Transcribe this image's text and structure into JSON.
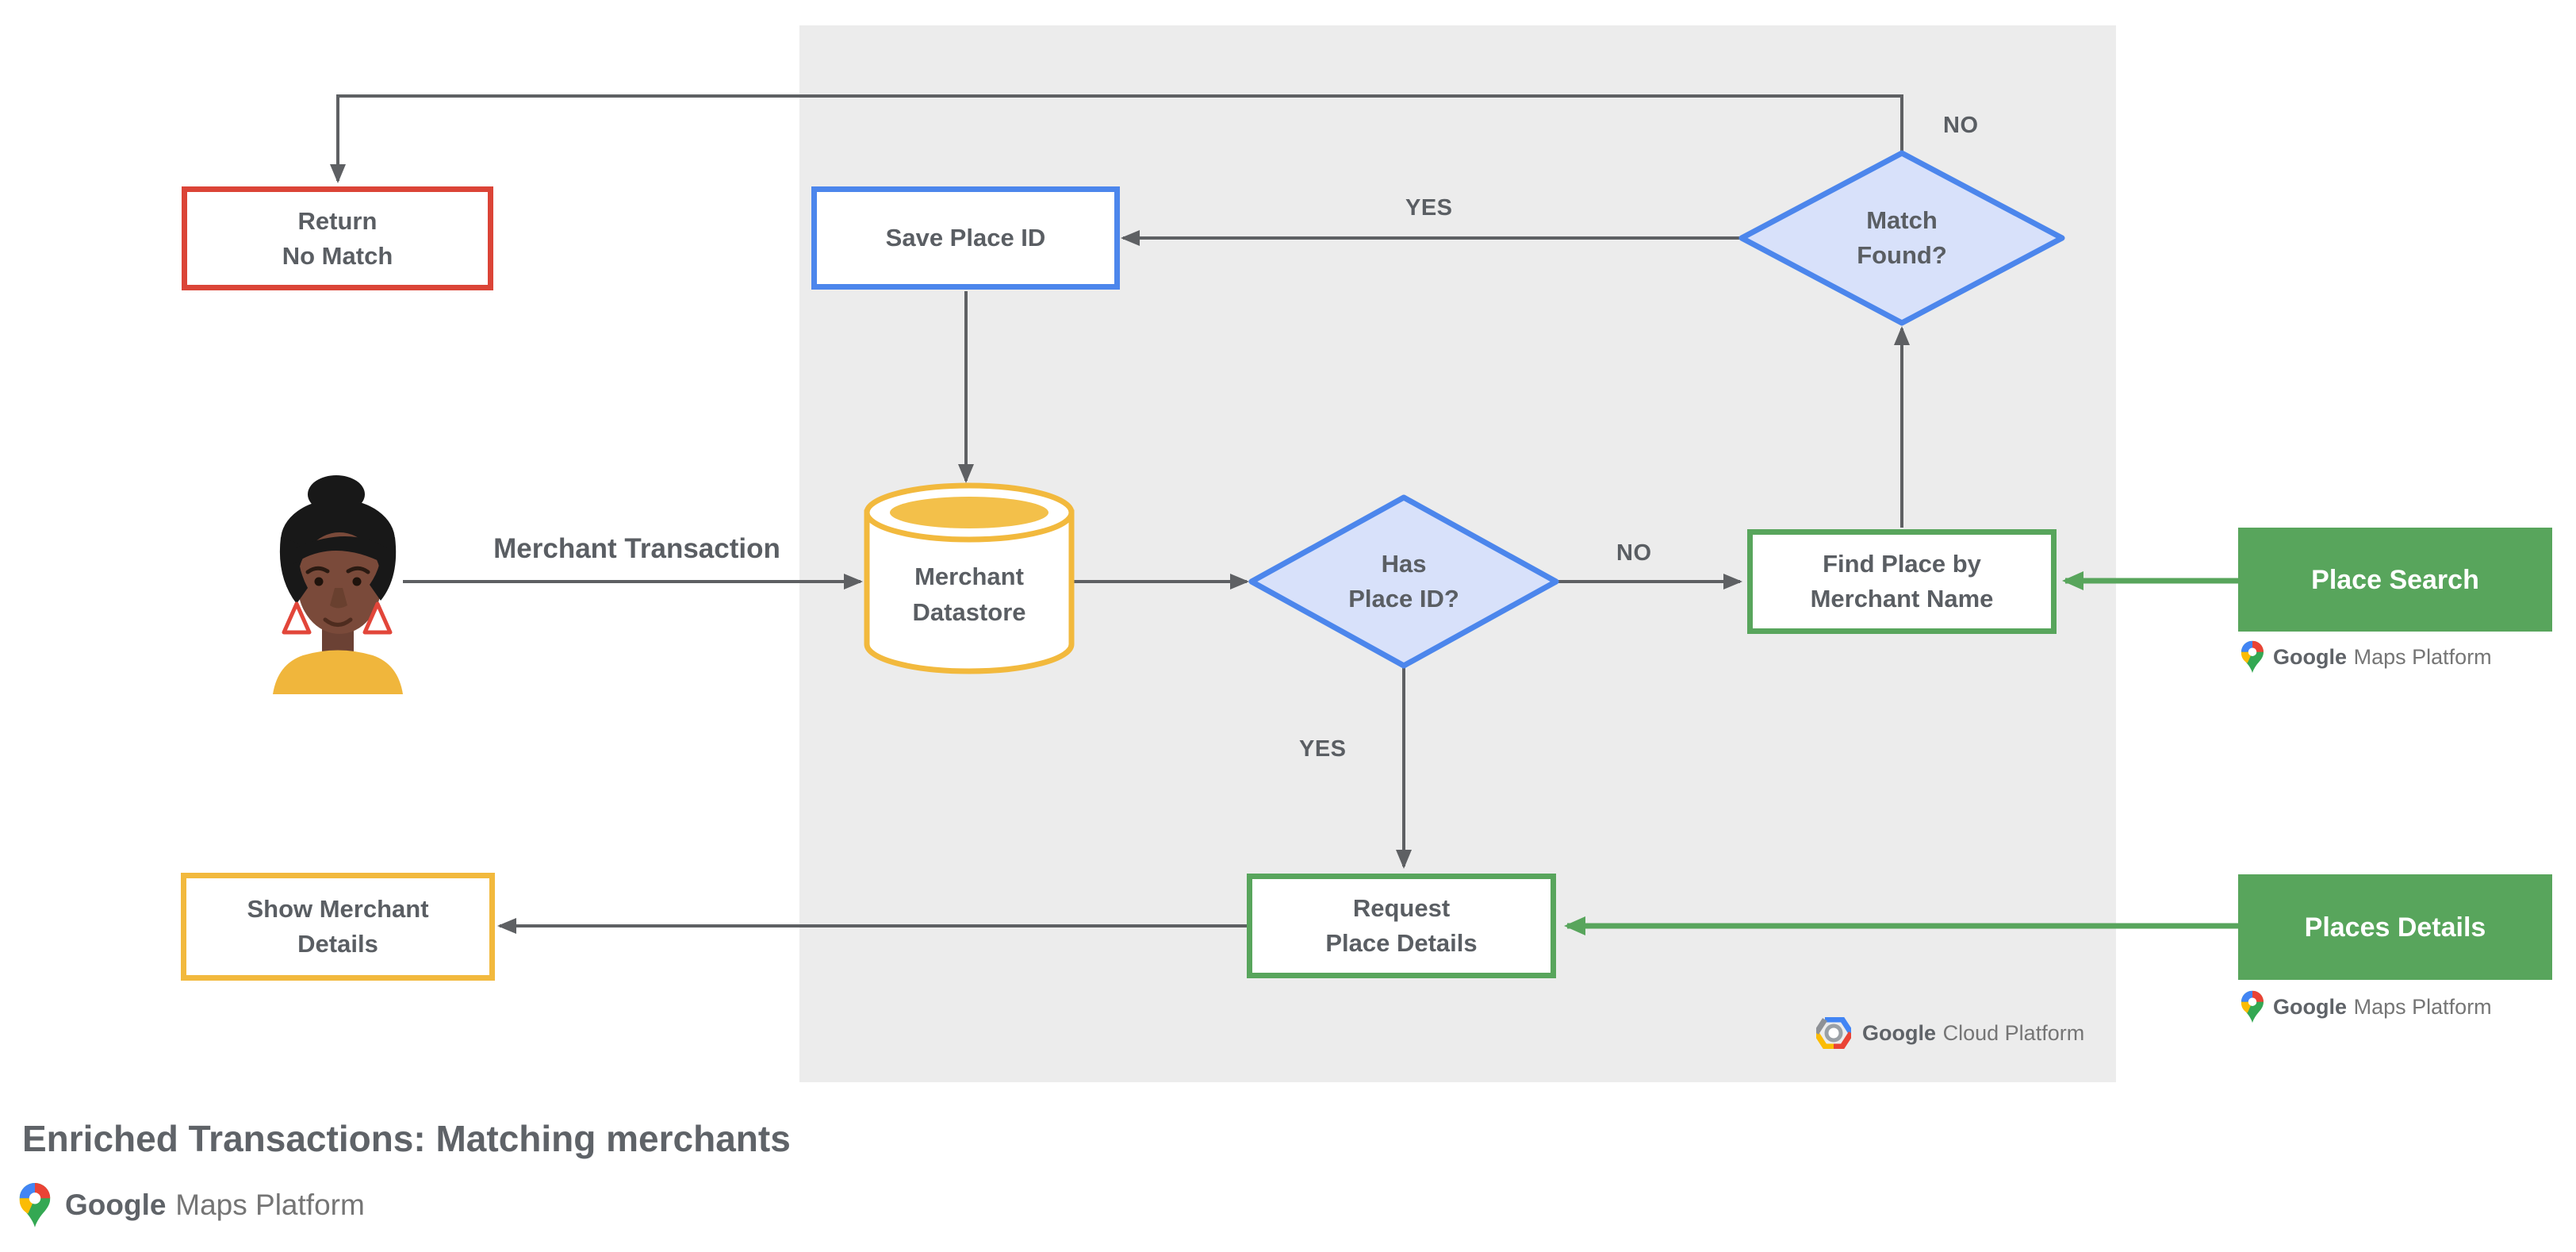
{
  "title": "Enriched Transactions: Matching merchants",
  "colors": {
    "red": "#DB4437",
    "blue": "#4C86EC",
    "blue_fill": "#D8E1FA",
    "green": "#58A55C",
    "yellow": "#F2B93D",
    "yellow_fill": "#F3C04A",
    "panel": "#ECECEC",
    "line": "#5E6063",
    "text": "#5A5E63"
  },
  "nodes": {
    "return_no_match": {
      "line1": "Return",
      "line2": "No Match"
    },
    "save_place_id": {
      "line1": "Save Place ID"
    },
    "match_found": {
      "line1": "Match",
      "line2": "Found?"
    },
    "merchant_datastore": {
      "line1": "Merchant",
      "line2": "Datastore"
    },
    "has_place_id": {
      "line1": "Has",
      "line2": "Place ID?"
    },
    "find_place_by_merchant_name": {
      "line1": "Find Place by",
      "line2": "Merchant Name"
    },
    "place_search": {
      "line1": "Place Search"
    },
    "request_place_details": {
      "line1": "Request",
      "line2": "Place Details"
    },
    "places_details": {
      "line1": "Places Details"
    },
    "show_merchant_details": {
      "line1": "Show Merchant",
      "line2": "Details"
    }
  },
  "edge_labels": {
    "match_found_no": "NO",
    "match_found_yes": "YES",
    "has_place_id_no": "NO",
    "has_place_id_yes": "YES",
    "merchant_transaction": "Merchant Transaction"
  },
  "logos": {
    "maps_platform": {
      "brand": "Google",
      "product": "Maps Platform"
    },
    "cloud_platform": {
      "brand": "Google",
      "product": "Cloud Platform"
    }
  }
}
